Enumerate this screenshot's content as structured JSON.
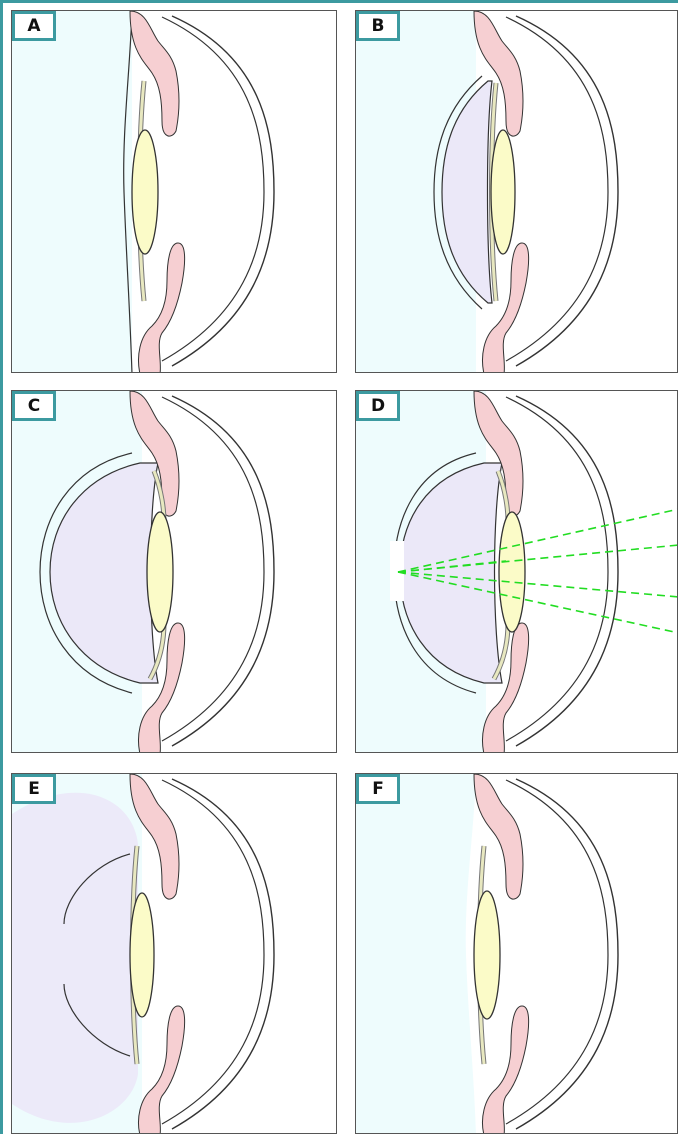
{
  "figure": {
    "panels": [
      {
        "label": "A"
      },
      {
        "label": "B"
      },
      {
        "label": "C"
      },
      {
        "label": "D"
      },
      {
        "label": "E"
      },
      {
        "label": "F"
      }
    ]
  },
  "colors": {
    "frame": "#3c9aa0",
    "tear_film": "#eefcfd",
    "muscle_tissue": "#f6cfd2",
    "lens": "#fbfbc8",
    "anterior_chamber_gas": "#ebe8f8",
    "laser_beam": "#22dd22",
    "outline": "#333333"
  }
}
